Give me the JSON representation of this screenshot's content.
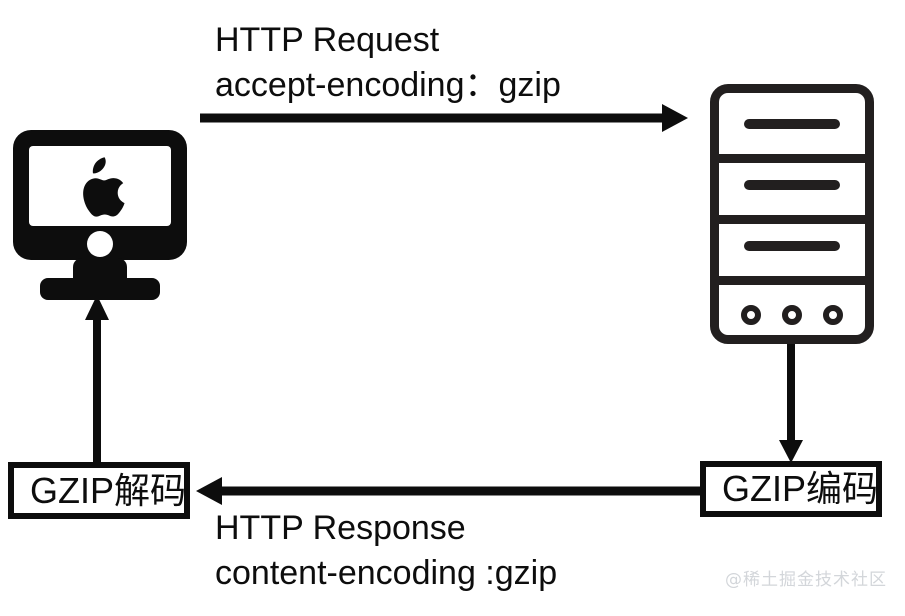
{
  "diagram": {
    "title": "HTTP gzip compression flow",
    "background_color": "#ffffff",
    "ink_color": "#0d0d0d",
    "request_label_line1": "HTTP Request",
    "request_label_line2": "accept-encoding：gzip",
    "response_label_line1": "HTTP Response",
    "response_label_line2": "content-encoding :gzip",
    "client": {
      "icon": "imac-monitor-icon",
      "screen_logo": "apple-logo-icon"
    },
    "server": {
      "icon": "server-tower-icon",
      "bay_count": 3,
      "led_count": 3
    },
    "decode_box": {
      "label": "GZIP解码"
    },
    "encode_box": {
      "label": "GZIP编码"
    },
    "arrows": [
      {
        "name": "request-arrow",
        "direction": "right",
        "from": "client",
        "to": "server"
      },
      {
        "name": "server-to-encode-arrow",
        "direction": "down",
        "from": "server",
        "to": "encode_box"
      },
      {
        "name": "response-arrow",
        "direction": "left",
        "from": "encode_box",
        "to": "decode_box"
      },
      {
        "name": "decode-to-client-arrow",
        "direction": "up",
        "from": "decode_box",
        "to": "client"
      }
    ],
    "watermark": "@稀土掘金技术社区"
  }
}
